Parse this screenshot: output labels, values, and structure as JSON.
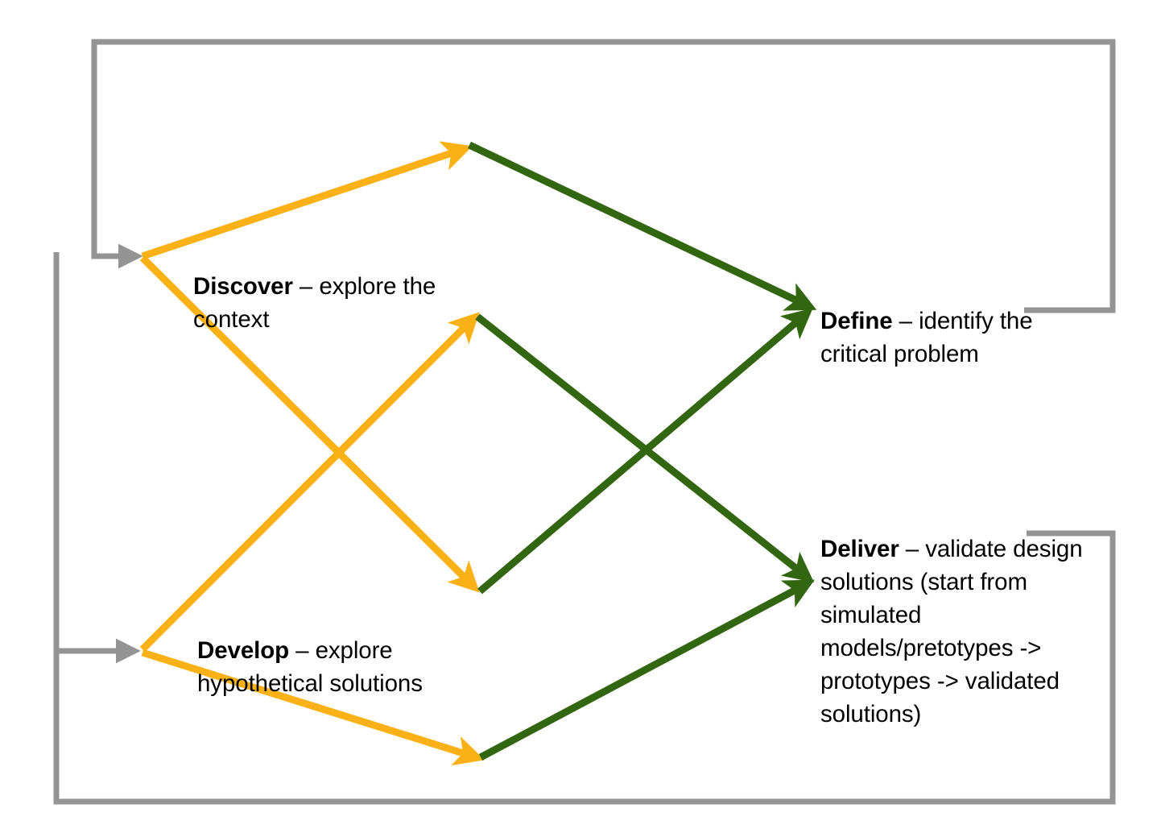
{
  "diagram": {
    "title": "Double Diamond design process",
    "colors": {
      "divergent_arrow": "#F9B115",
      "convergent_arrow": "#336611",
      "feedback_loop": "#949494",
      "text": "#000000",
      "background": "#ffffff"
    },
    "nodes": [
      {
        "id": "discover",
        "lead": "Discover",
        "dash": " – ",
        "description": "explore the context",
        "full_text": "Discover – explore the context"
      },
      {
        "id": "develop",
        "lead": "Develop",
        "dash": " – ",
        "description": "explore hypothetical solutions",
        "full_text": "Develop – explore hypothetical solutions"
      },
      {
        "id": "define",
        "lead": "Define",
        "dash": " – ",
        "description": "identify the critical problem",
        "full_text": "Define – identify the critical problem"
      },
      {
        "id": "deliver",
        "lead": "Deliver",
        "dash": " – ",
        "description": "validate design solutions (start from simulated models/pretotypes -> prototypes -> validated solutions)",
        "full_text": "Deliver – validate design solutions (start from simulated models/pretotypes -> prototypes -> validated solutions)"
      }
    ],
    "edges": [
      {
        "id": "discover-to-diamond1-top",
        "from": "discover",
        "to": "diamond1-top",
        "color": "divergent",
        "arrowhead": "end"
      },
      {
        "id": "discover-to-diamond1-bottom",
        "from": "discover",
        "to": "diamond1-bottom",
        "color": "divergent",
        "arrowhead": "end"
      },
      {
        "id": "diamond1-top-to-define",
        "from": "diamond1-top",
        "to": "define",
        "color": "convergent",
        "arrowhead": "end"
      },
      {
        "id": "diamond1-bottom-to-define",
        "from": "diamond1-bottom",
        "to": "define",
        "color": "convergent",
        "arrowhead": "end"
      },
      {
        "id": "develop-to-diamond2-top",
        "from": "develop",
        "to": "diamond2-top",
        "color": "divergent",
        "arrowhead": "end"
      },
      {
        "id": "develop-to-diamond2-bottom",
        "from": "develop",
        "to": "diamond2-bottom",
        "color": "divergent",
        "arrowhead": "end"
      },
      {
        "id": "diamond2-top-to-deliver",
        "from": "diamond2-top",
        "to": "deliver",
        "color": "convergent",
        "arrowhead": "end"
      },
      {
        "id": "diamond2-bottom-to-deliver",
        "from": "diamond2-bottom",
        "to": "deliver",
        "color": "convergent",
        "arrowhead": "end"
      },
      {
        "id": "define-feedback-to-discover",
        "from": "define",
        "to": "discover",
        "color": "feedback",
        "arrowhead": "end"
      },
      {
        "id": "deliver-feedback-to-develop",
        "from": "deliver",
        "to": "develop",
        "color": "feedback",
        "arrowhead": "end"
      }
    ]
  },
  "icons": {
    "arrowhead": "triangle-arrowhead-icon"
  }
}
